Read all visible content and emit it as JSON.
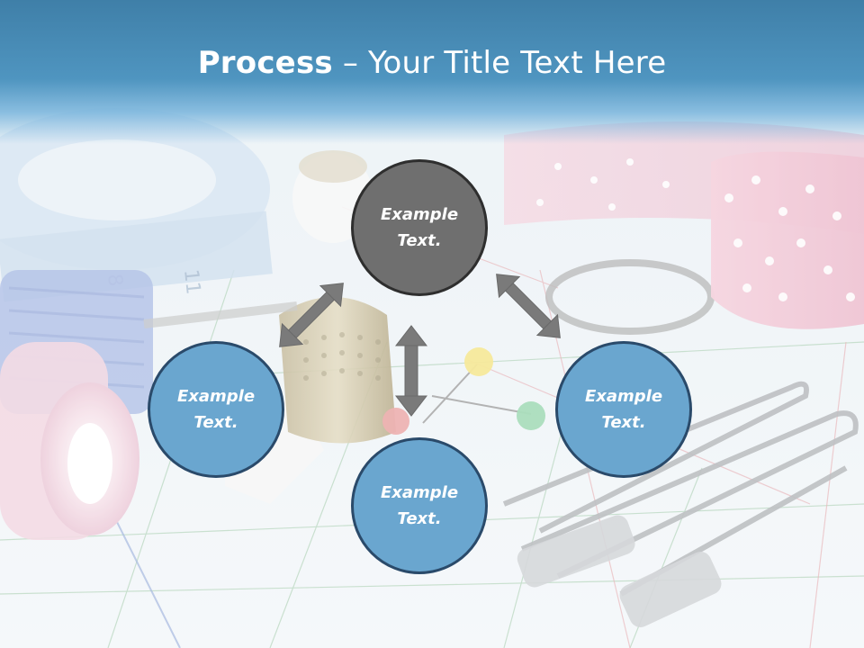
{
  "slide": {
    "title_strong": "Process",
    "title_rest": " – Your Title Text Here"
  },
  "diagram": {
    "center_node": {
      "label": "Example\nText."
    },
    "left_node": {
      "label": "Example\nText."
    },
    "right_node": {
      "label": "Example\nText."
    },
    "bottom_node": {
      "label": "Example\nText."
    },
    "arrow_icon": "double-arrow",
    "colors": {
      "center_fill": "#6f6f6f",
      "outer_fill": "#6aa6cf",
      "arrow": "#7a7a7a",
      "header": "#4a8fbb"
    }
  }
}
